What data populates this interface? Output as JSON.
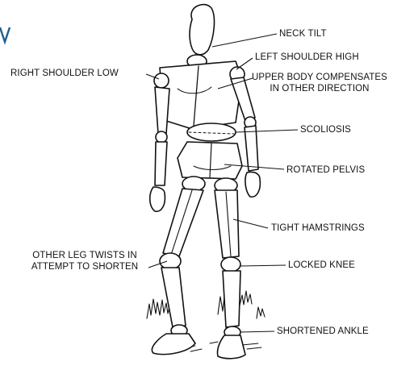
{
  "colors": {
    "ink": "#111111",
    "accent": "#1f5f8b",
    "paper": "#ffffff"
  },
  "labels": {
    "neck_tilt": "NECK TILT",
    "left_shoulder_high": "LEFT SHOULDER HIGH",
    "right_shoulder_low": "RIGHT SHOULDER LOW",
    "upper_body_line1": "UPPER BODY COMPENSATES",
    "upper_body_line2": "IN OTHER DIRECTION",
    "scoliosis": "SCOLIOSIS",
    "rotated_pelvis": "ROTATED PELVIS",
    "tight_hamstrings": "TIGHT HAMSTRINGS",
    "other_leg_line1": "OTHER LEG TWISTS IN",
    "other_leg_line2": "ATTEMPT TO SHORTEN",
    "locked_knee": "LOCKED KNEE",
    "shortened_ankle": "SHORTENED ANKLE"
  }
}
